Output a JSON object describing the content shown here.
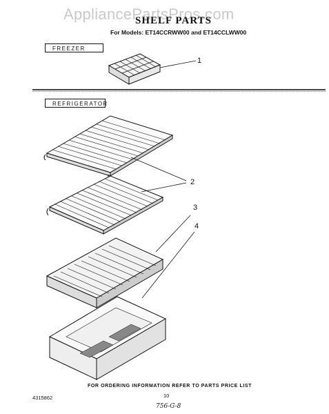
{
  "watermark": "AppliancePartsPros.com",
  "title": "SHELF PARTS",
  "subtitle": "For Models: ET14CCRWW00 and ET14CCLWW00",
  "sections": {
    "freezer": "FREEZER",
    "refrigerator": "REFRIGERATOR"
  },
  "callouts": {
    "c1": "1",
    "c2": "2",
    "c3": "3",
    "c4": "4"
  },
  "footer": {
    "note": "FOR ORDERING INFORMATION REFER TO PARTS PRICE LIST",
    "part_number": "4315862",
    "page": "10",
    "handwritten": "756-G-8"
  }
}
